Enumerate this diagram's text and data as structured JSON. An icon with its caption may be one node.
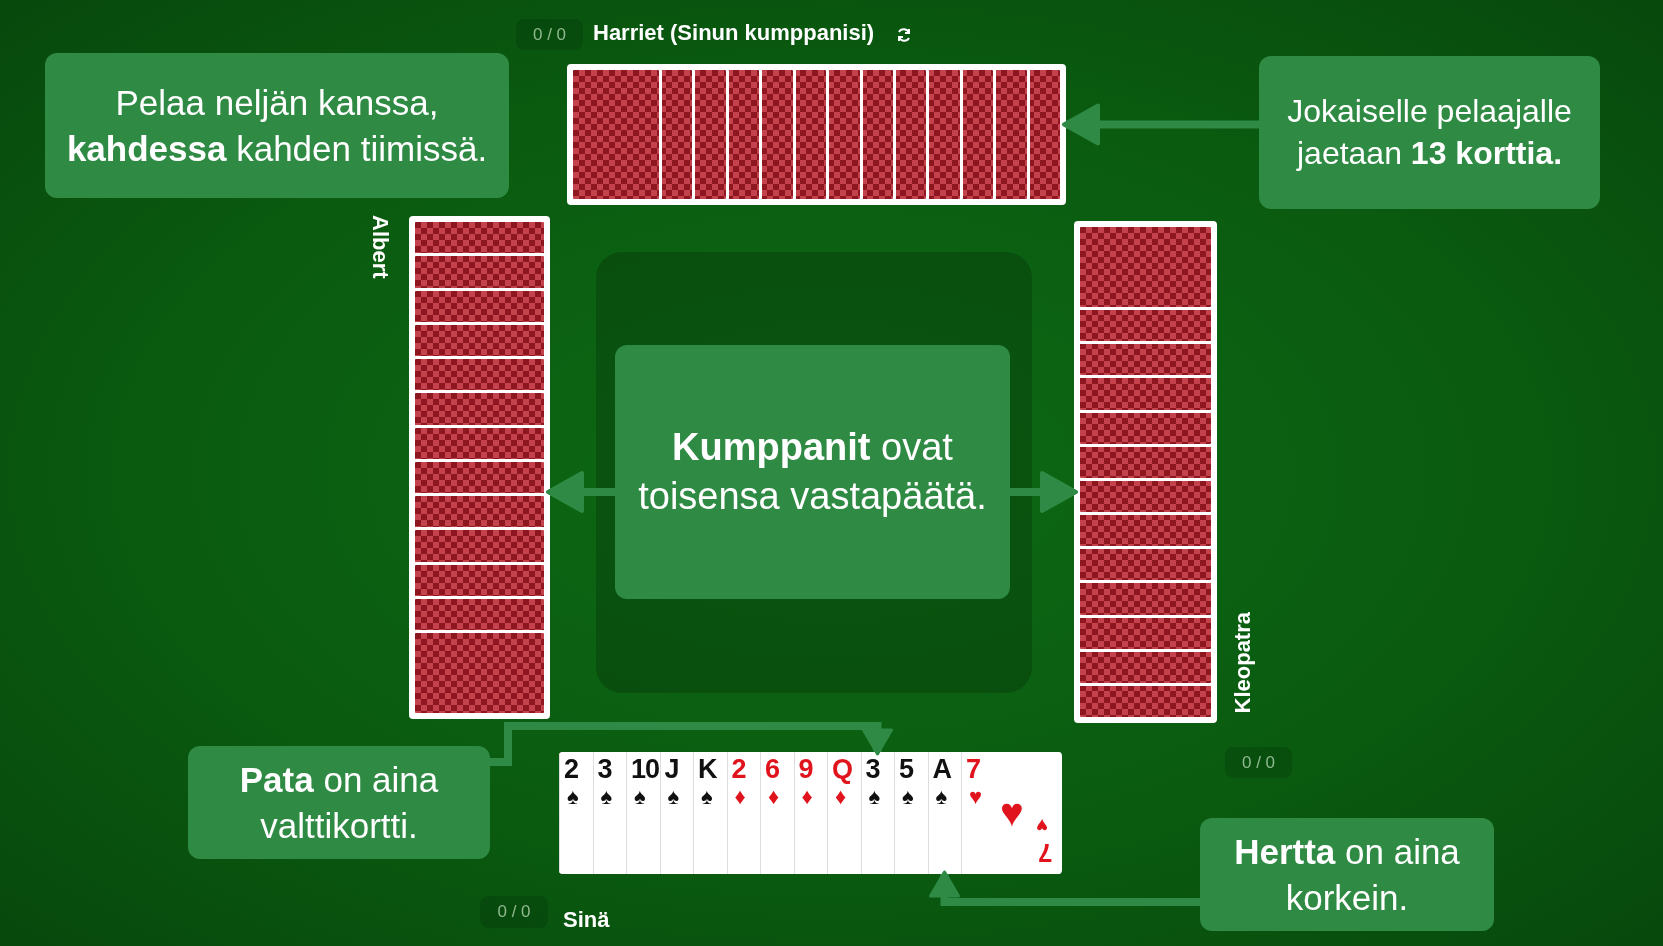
{
  "diagram": {
    "nodes": [
      {
        "text": [
          "Pelaa neljän kanssa, **kahdessa** kahden tiimissä."
        ]
      },
      {
        "text": [
          "Jokaiselle pelaajalle jaetaan **13 korttia.**"
        ]
      },
      {
        "text": [],
        "shape": "box"
      },
      {
        "text": [],
        "shape": "box"
      },
      {
        "text": [],
        "shape": "box"
      },
      {
        "text": [
          "**Kumppanit** ovat toisensa vastapäätä."
        ]
      },
      {
        "text": [
          "**Pata** on aina valttikortti."
        ]
      },
      {
        "text": [
          "**Hertta** on aina korkein."
        ]
      },
      {
        "text": [],
        "shape": "box"
      },
      {
        "text": [
          "2",
          "♠"
        ],
        "in": 8
      },
      {
        "text": [
          "3",
          "♠"
        ],
        "in": 8
      },
      {
        "text": [
          "10",
          "♠"
        ],
        "in": 8
      },
      {
        "text": [
          "J",
          "♠"
        ],
        "in": 8
      },
      {
        "text": [
          "K",
          "♠"
        ],
        "in": 8
      },
      {
        "text": [
          "2",
          "♦"
        ],
        "in": 8
      },
      {
        "text": [
          "6",
          "♦"
        ],
        "in": 8
      },
      {
        "text": [
          "9",
          "♦"
        ],
        "in": 8
      },
      {
        "text": [
          "Q",
          "♦"
        ],
        "in": 8
      },
      {
        "text": [
          "3",
          "♠"
        ],
        "in": 8
      },
      {
        "text": [
          "5",
          "♠"
        ],
        "in": 8
      },
      {
        "text": [
          "A",
          "♠"
        ],
        "in": 8
      },
      {
        "text": [
          "7",
          "♥",
          "♥",
          "♥",
          "7"
        ],
        "in": 8
      }
    ],
    "edges": [
      {
        "from": 1,
        "to": 2,
        "arrow": "to"
      },
      {
        "from": 5,
        "to": 3,
        "arrow": "to"
      },
      {
        "from": 5,
        "to": 4,
        "arrow": "to"
      },
      {
        "from": 6,
        "to": 18,
        "arrow": "to"
      },
      {
        "from": 7,
        "to": 20,
        "arrow": "to"
      }
    ],
    "labels": [
      "0 / 0",
      "Harriet (Sinun kumppanisi)",
      "Albert",
      "Kleopatra",
      "0 / 0",
      "0 / 0",
      "Sinä"
    ]
  }
}
